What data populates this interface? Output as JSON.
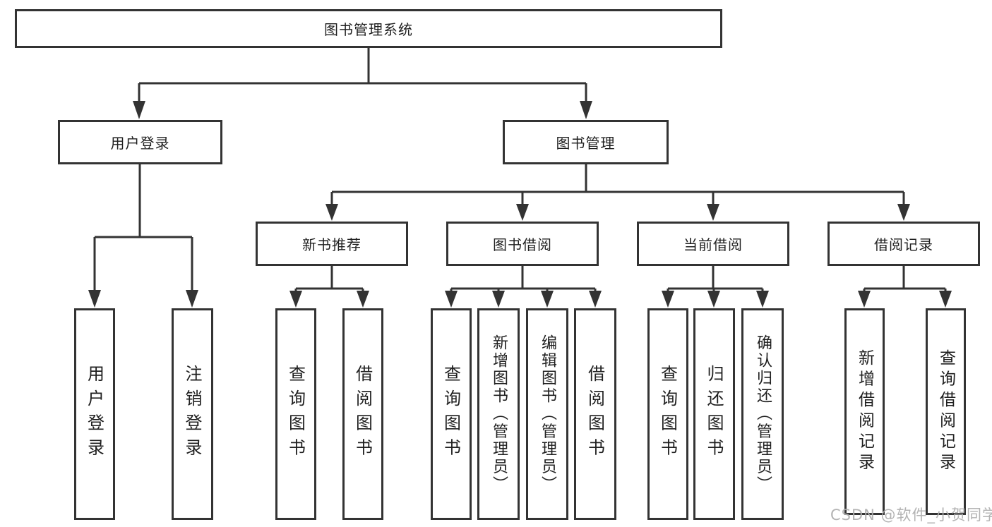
{
  "diagram": {
    "root": {
      "label": "图书管理系统"
    },
    "level2": [
      {
        "label": "用户登录"
      },
      {
        "label": "图书管理"
      }
    ],
    "level3": [
      {
        "label": "新书推荐",
        "parent": "图书管理"
      },
      {
        "label": "图书借阅",
        "parent": "图书管理"
      },
      {
        "label": "当前借阅",
        "parent": "图书管理"
      },
      {
        "label": "借阅记录",
        "parent": "图书管理"
      }
    ],
    "leaves": [
      {
        "label": "用户登录",
        "parent": "用户登录"
      },
      {
        "label": "注销登录",
        "parent": "用户登录"
      },
      {
        "label": "查询图书",
        "parent": "新书推荐"
      },
      {
        "label": "借阅图书",
        "parent": "新书推荐"
      },
      {
        "label": "查询图书",
        "parent": "图书借阅"
      },
      {
        "label": "新增图书（管理员）",
        "parent": "图书借阅"
      },
      {
        "label": "编辑图书（管理员）",
        "parent": "图书借阅"
      },
      {
        "label": "借阅图书",
        "parent": "图书借阅"
      },
      {
        "label": "查询图书",
        "parent": "当前借阅"
      },
      {
        "label": "归还图书",
        "parent": "当前借阅"
      },
      {
        "label": "确认归还（管理员）",
        "parent": "当前借阅"
      },
      {
        "label": "新增借阅记录",
        "parent": "借阅记录"
      },
      {
        "label": "查询借阅记录",
        "parent": "借阅记录"
      }
    ],
    "watermark": "CSDN @软件_小贺同学",
    "colors": {
      "line": "#333333",
      "box_border": "#333333",
      "box_fill": "#ffffff",
      "text": "#1f1f1f",
      "watermark": "#acacac",
      "background": "#ffffff"
    }
  }
}
